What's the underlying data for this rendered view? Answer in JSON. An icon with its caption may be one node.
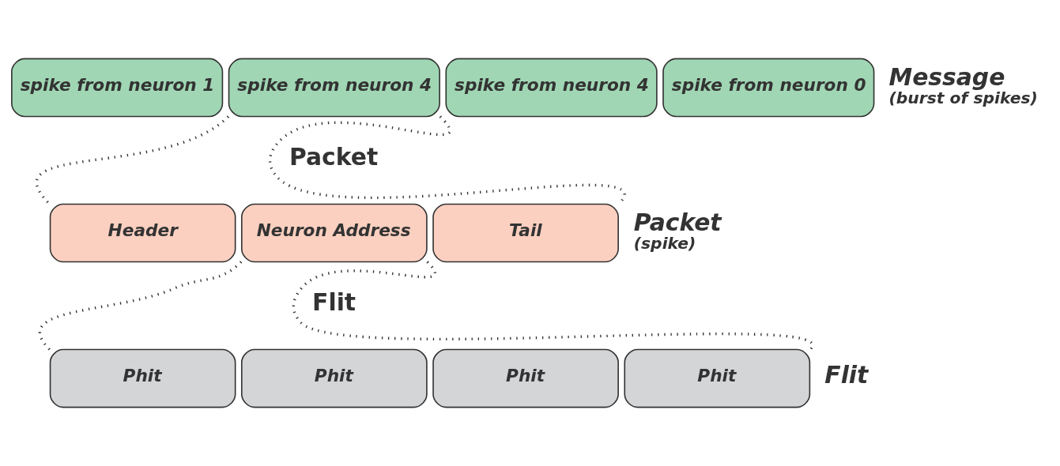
{
  "diagram": {
    "nodes": [
      {
        "text": [
          "spike from neuron 1"
        ]
      },
      {
        "text": [
          "spike from neuron 4"
        ]
      },
      {
        "text": [
          "spike from neuron 4"
        ]
      },
      {
        "text": [
          "spike from neuron 0"
        ]
      },
      {
        "text": [
          "Header"
        ]
      },
      {
        "text": [
          "Neuron Address"
        ]
      },
      {
        "text": [
          "Tail"
        ]
      },
      {
        "text": [
          "Phit"
        ]
      },
      {
        "text": [
          "Phit"
        ]
      },
      {
        "text": [
          "Phit"
        ]
      },
      {
        "text": [
          "Phit"
        ]
      }
    ],
    "edges": [
      {
        "from": 1,
        "to": 4,
        "arrow": "none",
        "style": "dashed"
      },
      {
        "from": 1,
        "to": 6,
        "arrow": "none",
        "style": "dashed"
      },
      {
        "from": 5,
        "to": 7,
        "arrow": "none",
        "style": "dashed"
      },
      {
        "from": 5,
        "to": 10,
        "arrow": "none",
        "style": "dashed"
      }
    ],
    "labels": [
      "Message",
      "(burst of spikes)",
      "Packet",
      "Packet",
      "(spike)",
      "Flit",
      "Flit"
    ]
  }
}
